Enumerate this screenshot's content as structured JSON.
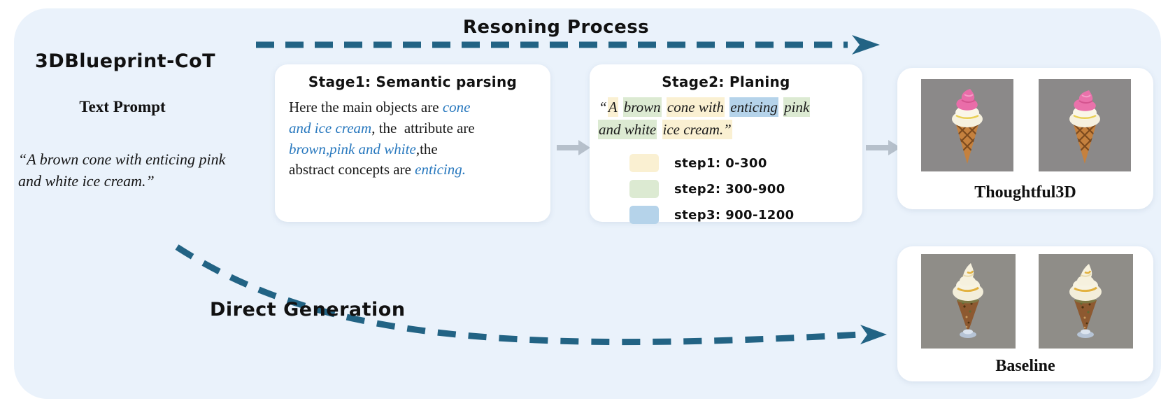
{
  "header": {
    "reasoning_label": "Resoning Process",
    "brand": "3DBlueprint-CoT"
  },
  "prompt": {
    "heading": "Text Prompt",
    "quote_line1": "“A brown cone with enticing pink",
    "quote_line2": "and white ice cream.”"
  },
  "stage1": {
    "title": "Stage1: Semantic parsing",
    "body_lines": [
      [
        {
          "text": "Here the main objects are ",
          "style": "plain"
        },
        {
          "text": "cone",
          "style": "em"
        }
      ],
      [
        {
          "text": "and ice cream",
          "style": "em"
        },
        {
          "text": ", the  attribute are",
          "style": "plain"
        }
      ],
      [
        {
          "text": "brown,pink and white",
          "style": "em"
        },
        {
          "text": ",the",
          "style": "plain"
        }
      ],
      [
        {
          "text": "abstract concepts are ",
          "style": "plain"
        },
        {
          "text": "enticing.",
          "style": "em"
        }
      ]
    ]
  },
  "stage2": {
    "title": "Stage2: Planing",
    "quote_lines": [
      [
        {
          "text": "“",
          "hl": "none"
        },
        {
          "text": "A",
          "hl": "step1"
        },
        {
          "text": " ",
          "hl": "none"
        },
        {
          "text": "brown",
          "hl": "step2"
        },
        {
          "text": " ",
          "hl": "none"
        },
        {
          "text": "cone with",
          "hl": "step1"
        },
        {
          "text": " ",
          "hl": "none"
        },
        {
          "text": "enticing",
          "hl": "step3"
        },
        {
          "text": " ",
          "hl": "none"
        },
        {
          "text": "pink",
          "hl": "step2"
        }
      ],
      [
        {
          "text": "and white",
          "hl": "step2"
        },
        {
          "text": " ",
          "hl": "none"
        },
        {
          "text": "ice cream.”",
          "hl": "step1"
        }
      ]
    ],
    "legend": [
      {
        "key": "step1",
        "label": "step1: 0-300",
        "color": "#faf0d2"
      },
      {
        "key": "step2",
        "label": "step2: 300-900",
        "color": "#dcead2"
      },
      {
        "key": "step3",
        "label": "step3: 900-1200",
        "color": "#b5d3ea"
      }
    ]
  },
  "results": {
    "thoughtful_label": "Thoughtful3D",
    "baseline_label": "Baseline"
  },
  "footer": {
    "direct_label": "Direct Generation"
  },
  "icons": {
    "top_arrow": "dashed-arrow-right",
    "flow_arrows": "gray-right-arrow",
    "curved_arrow": "dashed-curved-arrow-right"
  },
  "colors": {
    "panel_bg": "#eaf2fb",
    "arrow_teal": "#226384",
    "keyword_blue": "#2878be",
    "gray_arrow": "#b6c0cb",
    "render_bg_thoughtful": "#8b8989",
    "render_bg_baseline": "#8f8d88"
  }
}
